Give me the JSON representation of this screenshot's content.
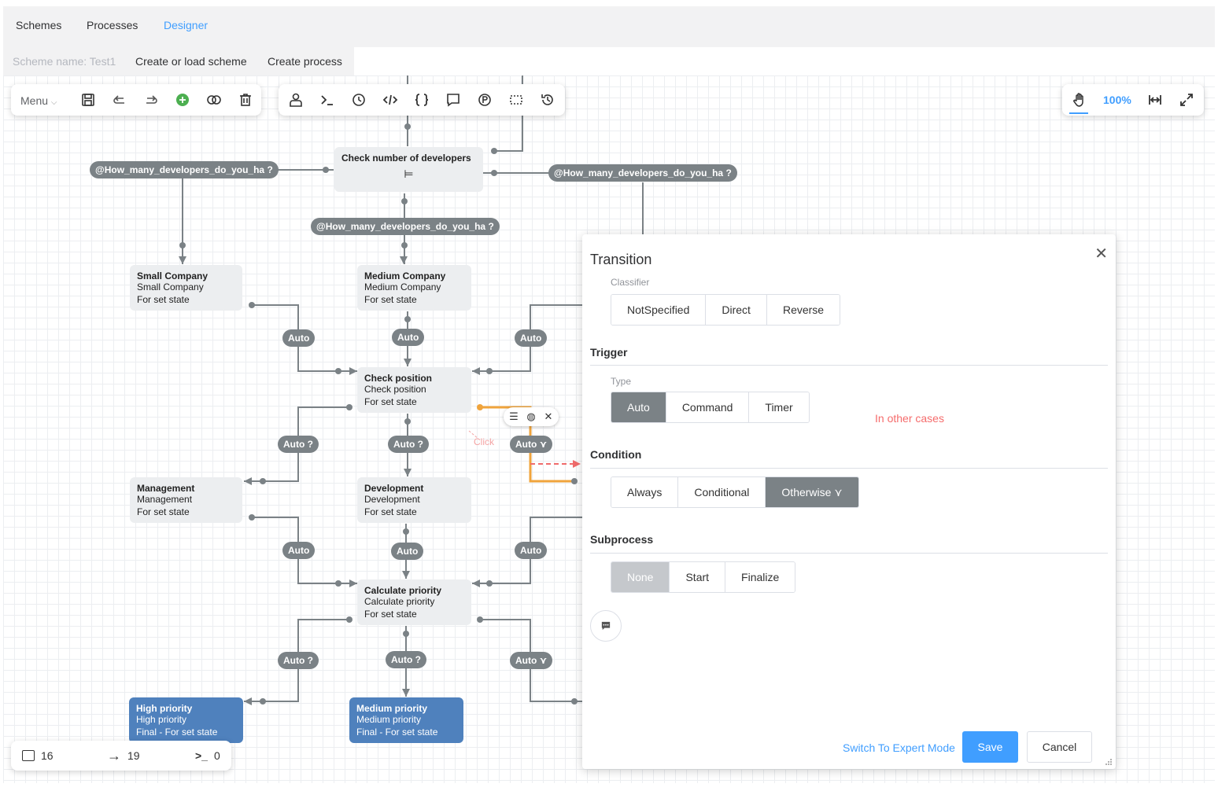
{
  "nav": {
    "tabs": [
      "Schemes",
      "Processes",
      "Designer"
    ],
    "active": "Designer"
  },
  "subbar": {
    "scheme_name": "Scheme name: Test1",
    "create_load": "Create or load scheme",
    "create_process": "Create process"
  },
  "toolbar": {
    "menu_label": "Menu"
  },
  "zoom": {
    "level": "100%"
  },
  "nodes": {
    "check_devs": "Check number of developers",
    "small_name": "Small Company",
    "small_sub": "Small Company",
    "small_state": "For set state",
    "medium_name": "Medium Company",
    "medium_sub": "Medium Company",
    "medium_state": "For set state",
    "checkpos_name": "Check position",
    "checkpos_sub": "Check position",
    "checkpos_state": "For set state",
    "mgmt_name": "Management",
    "mgmt_sub": "Management",
    "mgmt_state": "For set state",
    "dev_name": "Development",
    "dev_sub": "Development",
    "dev_state": "For set state",
    "calc_name": "Calculate priority",
    "calc_sub": "Calculate priority",
    "calc_state": "For set state",
    "high_name": "High priority",
    "high_sub": "High priority",
    "high_state": "Final - For set state",
    "medp_name": "Medium priority",
    "medp_sub": "Medium priority",
    "medp_state": "Final - For set state"
  },
  "pills": {
    "cond": "@How_many_developers_do_you_ha ?",
    "auto": "Auto",
    "auto_q": "Auto ?",
    "auto_other": "Auto ⋎"
  },
  "canvas": {
    "click_hint": "Click"
  },
  "status": {
    "activities": "16",
    "transitions": "19",
    "commands": "0"
  },
  "panel": {
    "title": "Transition",
    "classifier_label": "Classifier",
    "classifier_options": [
      "NotSpecified",
      "Direct",
      "Reverse"
    ],
    "trigger_title": "Trigger",
    "type_label": "Type",
    "type_options": [
      "Auto",
      "Command",
      "Timer"
    ],
    "type_selected": "Auto",
    "condition_title": "Condition",
    "condition_options": [
      "Always",
      "Conditional",
      "Otherwise ⋎"
    ],
    "condition_selected": "Otherwise ⋎",
    "annotation": "In other cases",
    "subprocess_title": "Subprocess",
    "subprocess_options": [
      "None",
      "Start",
      "Finalize"
    ],
    "subprocess_selected": "None",
    "expert_mode": "Switch To Expert Mode",
    "save": "Save",
    "cancel": "Cancel"
  },
  "colors": {
    "accent": "#409eff",
    "pill": "#7b8286",
    "final_node": "#4f81bd",
    "selected_transition": "#f0a43c",
    "annotation": "#f56c6c"
  }
}
